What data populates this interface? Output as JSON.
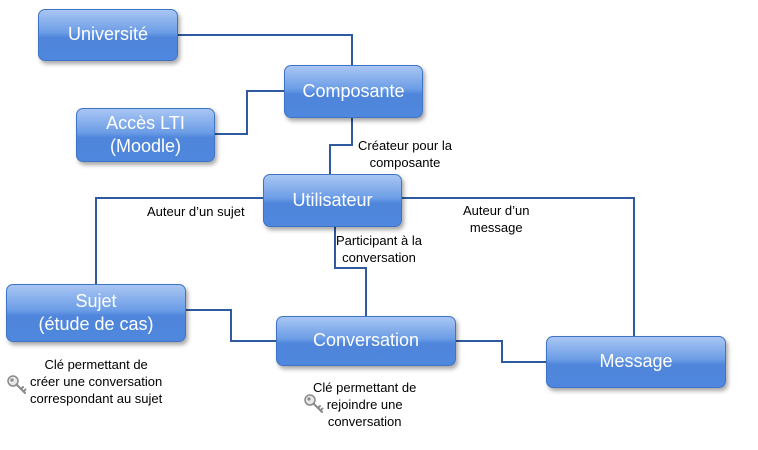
{
  "nodes": {
    "universite": "Université",
    "composante": "Composante",
    "acces_lti_line1": "Accès LTI",
    "acces_lti_line2": "(Moodle)",
    "utilisateur": "Utilisateur",
    "sujet_line1": "Sujet",
    "sujet_line2": "(étude de cas)",
    "conversation": "Conversation",
    "message": "Message"
  },
  "edge_labels": {
    "createur_line1": "Créateur pour la",
    "createur_line2": "composante",
    "auteur_sujet": "Auteur d’un sujet",
    "auteur_message_line1": "Auteur d’un",
    "auteur_message_line2": "message",
    "participant_line1": "Participant à la",
    "participant_line2": "conversation"
  },
  "notes": {
    "cle_sujet_line1": "Clé permettant de",
    "cle_sujet_line2": "créer une conversation",
    "cle_sujet_line3": "correspondant au sujet",
    "cle_conv_line1": "Clé permettant de",
    "cle_conv_line2": "rejoindre une",
    "cle_conv_line3": "conversation"
  },
  "icons": [
    "key-icon",
    "key-icon"
  ],
  "colors": {
    "box_top": "#a8c6f3",
    "box_bottom": "#4e87dd",
    "box_border": "#3f73c4",
    "connector": "#2f5aa0"
  }
}
